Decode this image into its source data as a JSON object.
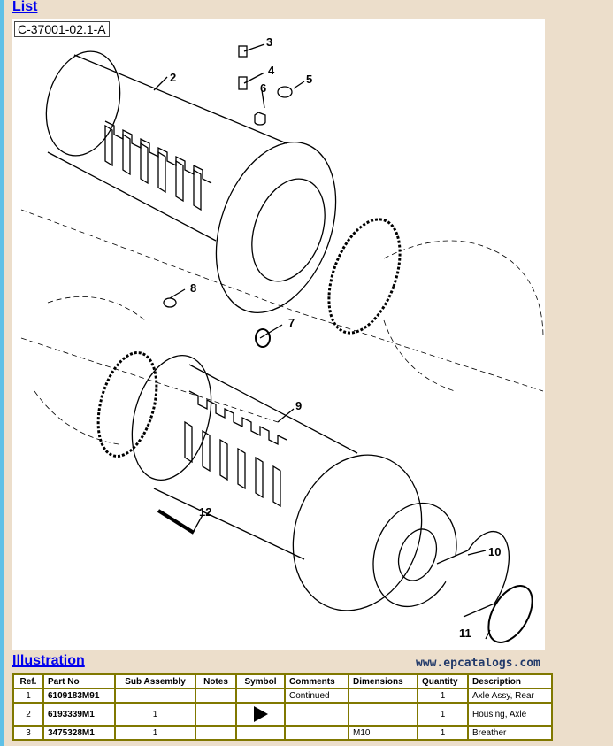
{
  "headings": {
    "list": "List",
    "illustration": "Illustration"
  },
  "figure": {
    "id": "C-37001-02.1-A",
    "callouts": [
      "2",
      "3",
      "4",
      "5",
      "6",
      "7",
      "8",
      "9",
      "10",
      "11",
      "12"
    ]
  },
  "table": {
    "headers": [
      "Ref.",
      "Part No",
      "Sub Assembly",
      "Notes",
      "Symbol",
      "Comments",
      "Dimensions",
      "Quantity",
      "Description"
    ],
    "rows": [
      {
        "ref": "1",
        "part": "6109183M91",
        "sub": "",
        "notes": "",
        "symbol": "",
        "comments": "Continued",
        "dims": "",
        "qty": "1",
        "desc": "Axle Assy, Rear"
      },
      {
        "ref": "2",
        "part": "6193339M1",
        "sub": "1",
        "notes": "",
        "symbol": "play-triangle",
        "comments": "",
        "dims": "",
        "qty": "1",
        "desc": "Housing, Axle"
      },
      {
        "ref": "3",
        "part": "3475328M1",
        "sub": "1",
        "notes": "",
        "symbol": "",
        "comments": "",
        "dims": "M10",
        "qty": "1",
        "desc": "Breather"
      }
    ]
  },
  "watermark": "www.epcatalogs.com"
}
